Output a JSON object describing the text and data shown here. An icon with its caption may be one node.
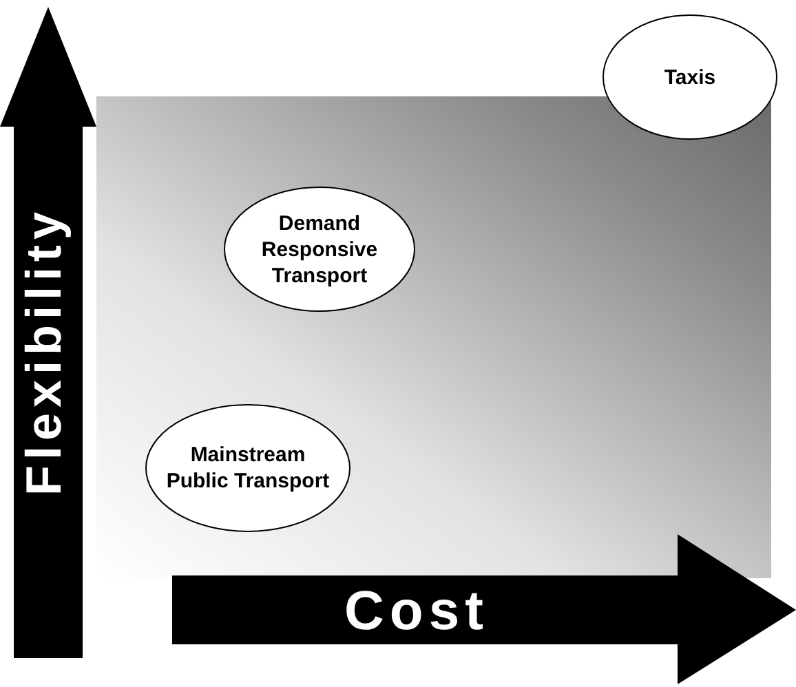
{
  "diagram": {
    "nodes": [
      {
        "text": [
          "Taxis"
        ]
      },
      {
        "text": [
          "Demand Responsive Transport"
        ]
      },
      {
        "text": [
          "Mainstream Public Transport"
        ]
      }
    ],
    "labels": [
      "Flexibility",
      "Cost"
    ]
  }
}
